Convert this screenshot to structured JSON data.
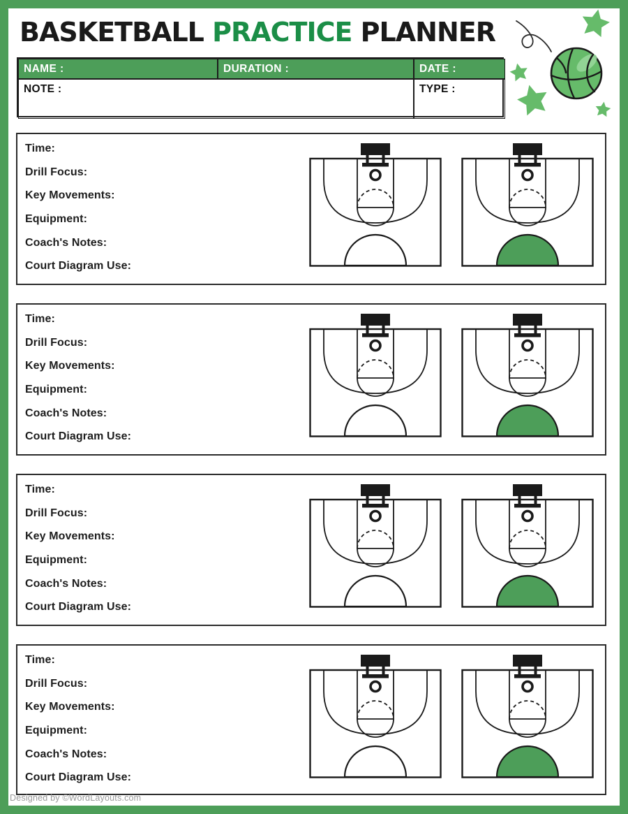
{
  "colors": {
    "border_green": "#4d9e59",
    "header_green": "#4d9e59",
    "court_fill_green": "#4d9e59",
    "title_green": "#1b8e47",
    "clipart_green": "#66bb6a",
    "line_black": "#1a1a1a"
  },
  "header": {
    "title": {
      "part1": "BASKETBALL",
      "part2": "PRACTICE",
      "part3": "PLANNER"
    },
    "decorations": {
      "basketball_icon": "green basketball",
      "swoosh_icon": "bounce swoosh line",
      "star_icon_count": 4
    }
  },
  "info_table": {
    "headers": {
      "name": "NAME :",
      "duration": "DURATION :",
      "date": "DATE :"
    },
    "row2": {
      "note_label": "NOTE :",
      "type_label": "TYPE :"
    },
    "values": {
      "name": "",
      "duration": "",
      "date": "",
      "note": "",
      "type": ""
    }
  },
  "sections": [
    {
      "labels": [
        "Time:",
        "Drill Focus:",
        "Key Movements:",
        "Equipment:",
        "Coach's Notes:",
        "Court Diagram Use:"
      ],
      "courts": [
        "plain half-court",
        "green shaded half-court"
      ]
    },
    {
      "labels": [
        "Time:",
        "Drill Focus:",
        "Key Movements:",
        "Equipment:",
        "Coach's Notes:",
        "Court Diagram Use:"
      ],
      "courts": [
        "plain half-court",
        "green shaded half-court"
      ]
    },
    {
      "labels": [
        "Time:",
        "Drill Focus:",
        "Key Movements:",
        "Equipment:",
        "Coach's Notes:",
        "Court Diagram Use:"
      ],
      "courts": [
        "plain half-court",
        "green shaded half-court"
      ]
    },
    {
      "labels": [
        "Time:",
        "Drill Focus:",
        "Key Movements:",
        "Equipment:",
        "Coach's Notes:",
        "Court Diagram Use:"
      ],
      "courts": [
        "plain half-court",
        "green shaded half-court"
      ]
    }
  ],
  "footer": {
    "credit": "Designed by ©WordLayouts.com"
  }
}
